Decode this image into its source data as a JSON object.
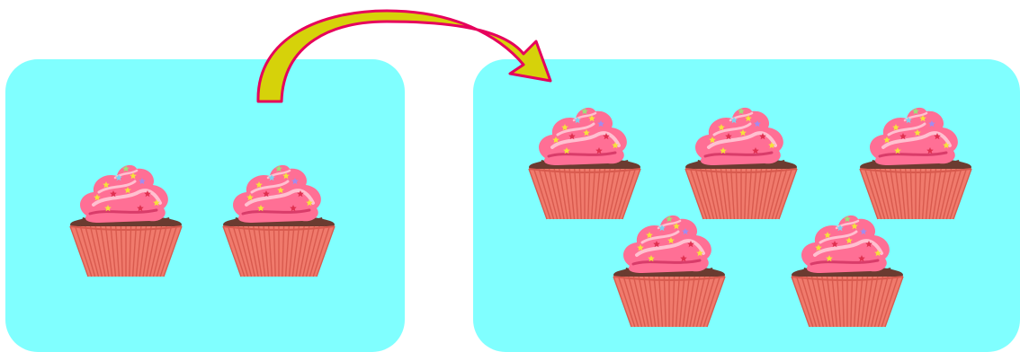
{
  "colors": {
    "panel_fill": "#80ffff",
    "arrow_fill": "#d6d20a",
    "arrow_stroke": "#e6005c",
    "frosting": "#ff6f95",
    "frosting_highlight": "#ffc0d0",
    "frosting_shadow": "#d93c6a",
    "cake": "#6b3b30",
    "liner": "#f07a6c",
    "liner_line": "#d85a4e"
  },
  "groups": [
    {
      "name": "group-left",
      "count": 2
    },
    {
      "name": "group-right",
      "count": 5
    }
  ],
  "illustration": {
    "item_icon": "cupcake-icon",
    "connector_icon": "curved-arrow-icon"
  }
}
